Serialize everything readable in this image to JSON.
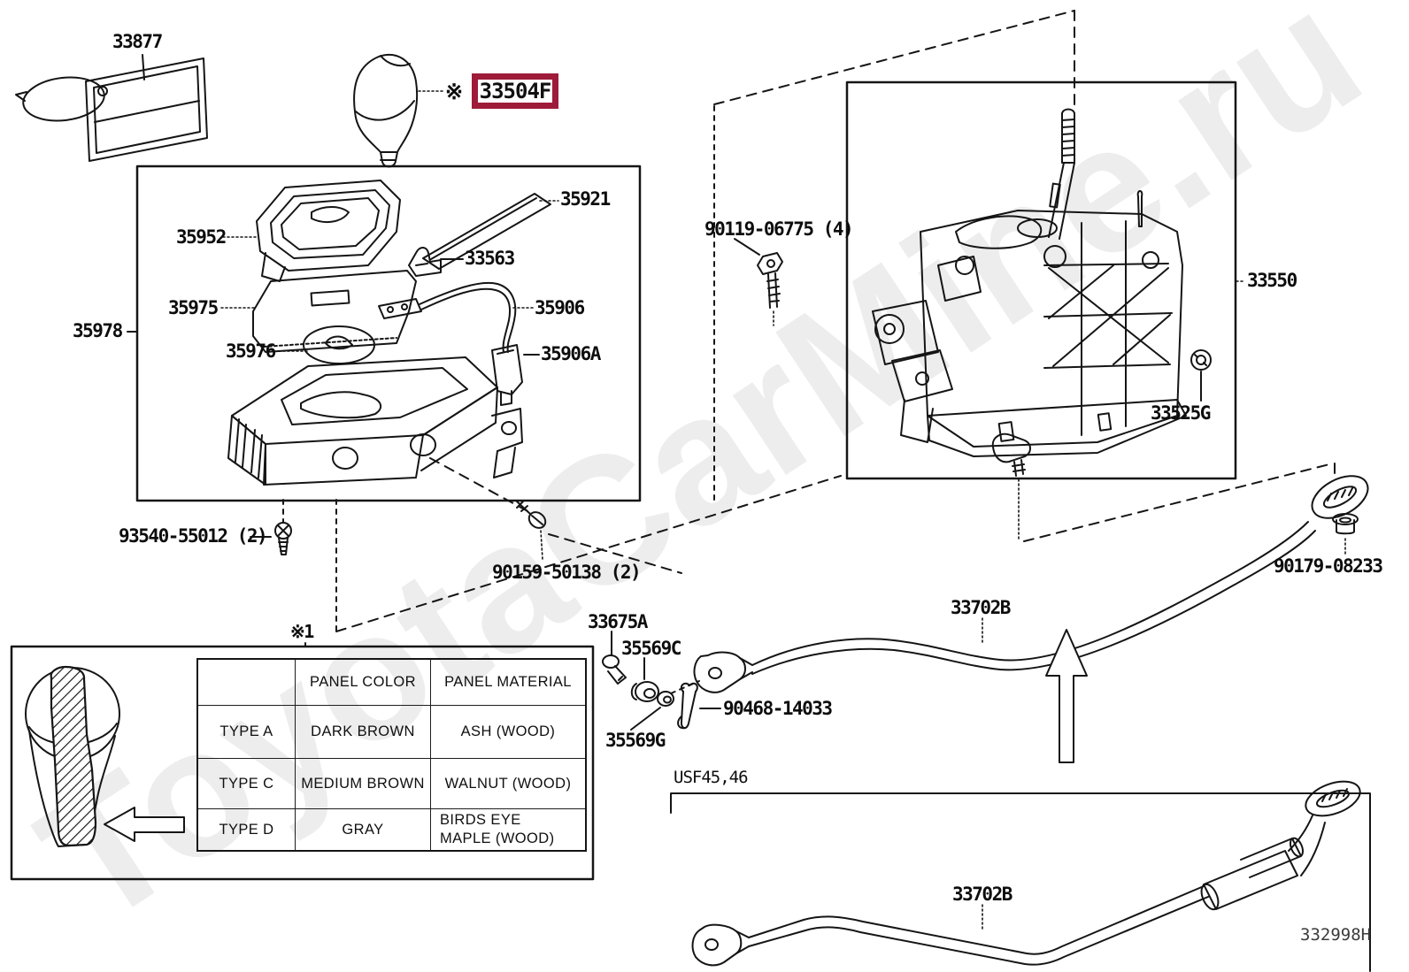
{
  "watermark": "ToyotaCarMine.ru",
  "colors": {
    "highlight_box": "#9e1b3a",
    "line": "#151515",
    "watermark": "#ededed"
  },
  "highlight_callout": {
    "ref_mark": "※",
    "part_no": "33504F"
  },
  "labels": {
    "p33877": "33877",
    "p35921": "35921",
    "p35952": "35952",
    "p33563": "33563",
    "p35975": "35975",
    "p35906": "35906",
    "p35976": "35976",
    "p35906A": "35906A",
    "p35978": "35978",
    "p93540": "93540-55012 (2)",
    "p90159": "90159-50138 (2)",
    "p90119": "90119-06775 (4)",
    "p33550": "33550",
    "p33525G": "33525G",
    "p90179": "90179-08233",
    "p33702B_upper": "33702B",
    "p33702B_lower": "33702B",
    "p33675A": "33675A",
    "p35569C": "35569C",
    "p35569G": "35569G",
    "p90468": "90468-14033",
    "usf_note": "USF45,46",
    "table_ref": "※1",
    "diagram_code": "332998H"
  },
  "panel_table": {
    "headers": [
      "",
      "PANEL COLOR",
      "PANEL MATERIAL"
    ],
    "rows": [
      {
        "type": "TYPE A",
        "color": "DARK BROWN",
        "material": "ASH (WOOD)"
      },
      {
        "type": "TYPE C",
        "color": "MEDIUM BROWN",
        "material": "WALNUT (WOOD)"
      },
      {
        "type": "TYPE D",
        "color": "GRAY",
        "material": "BIRDS EYE MAPLE (WOOD)"
      }
    ]
  }
}
